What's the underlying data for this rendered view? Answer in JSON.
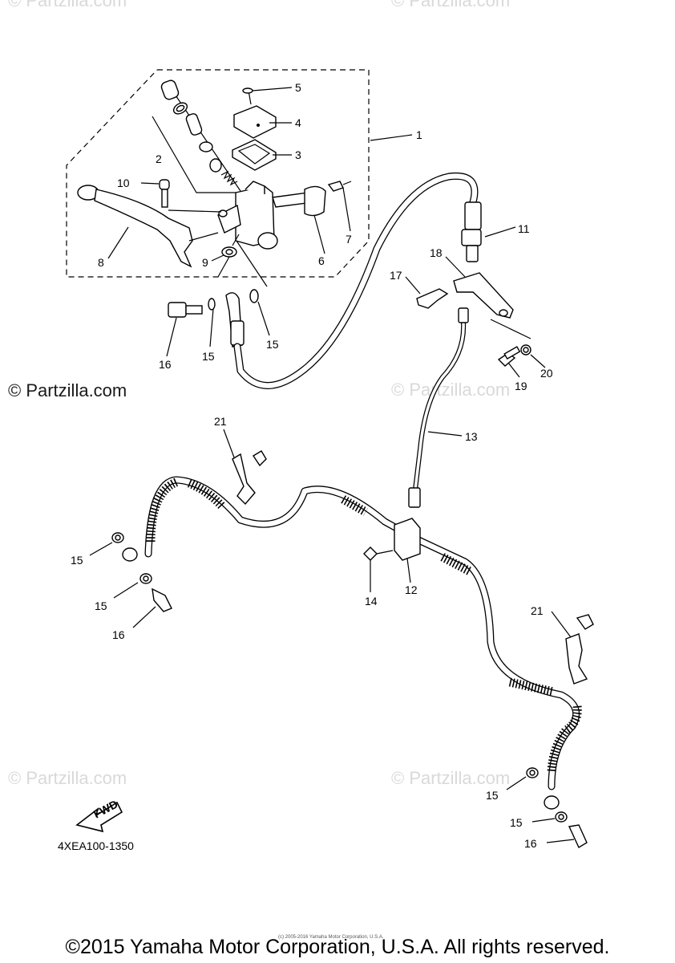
{
  "watermarks": {
    "brand": "© Partzilla.com",
    "faint": "© Partzilla.com"
  },
  "callouts": {
    "p1": "1",
    "p2": "2",
    "p3": "3",
    "p4": "4",
    "p5": "5",
    "p6": "6",
    "p7": "7",
    "p8": "8",
    "p9": "9",
    "p10": "10",
    "p11": "11",
    "p12": "12",
    "p13": "13",
    "p14": "14",
    "p15a": "15",
    "p15b": "15",
    "p15c": "15",
    "p15d": "15",
    "p15e": "15",
    "p15f": "15",
    "p16a": "16",
    "p16b": "16",
    "p16c": "16",
    "p17": "17",
    "p18": "18",
    "p19": "19",
    "p20": "20",
    "p21a": "21",
    "p21b": "21"
  },
  "fwd_label": "FWD",
  "diagram_code": "4XEA100-1350",
  "fine_print": "(c) 2005-2016 Yamaha Motor Corporation, U.S.A.",
  "copyright": "©2015 Yamaha Motor Corporation, U.S.A. All rights reserved."
}
